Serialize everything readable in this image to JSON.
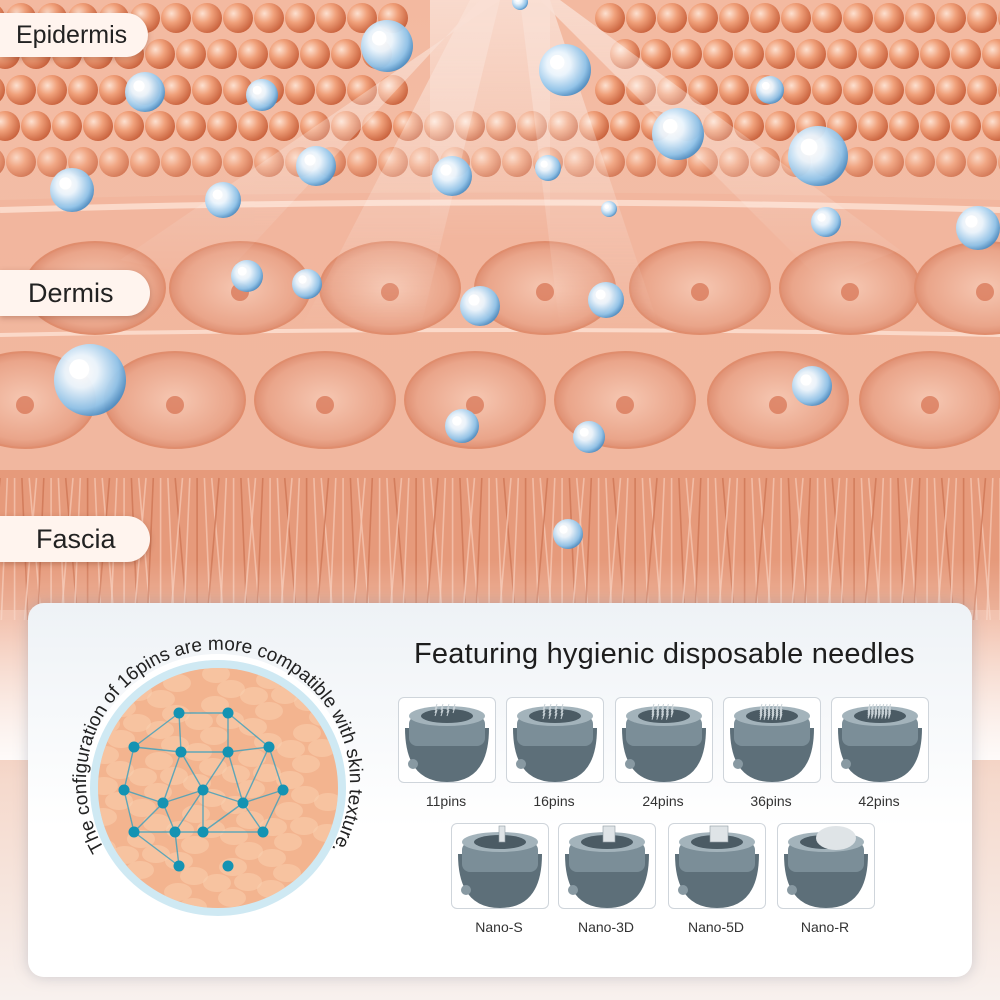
{
  "layers": {
    "epidermis": "Epidermis",
    "dermis": "Dermis",
    "fascia": "Fascia"
  },
  "panel": {
    "title": "Featuring hygienic disposable needles",
    "circle_caption": "The configuration of 16pins are more compatible with skin texture."
  },
  "needles": {
    "row1": [
      "11pins",
      "16pins",
      "24pins",
      "36pins",
      "42pins"
    ],
    "row2": [
      "Nano-S",
      "Nano-3D",
      "Nano-5D",
      "Nano-R"
    ]
  },
  "colors": {
    "skin": "#f1a27c",
    "skin_dark": "#de7a52",
    "cartridge": "#6d7f89",
    "pin_dot": "#1493b3",
    "circle_ring": "#cfe9f3"
  }
}
